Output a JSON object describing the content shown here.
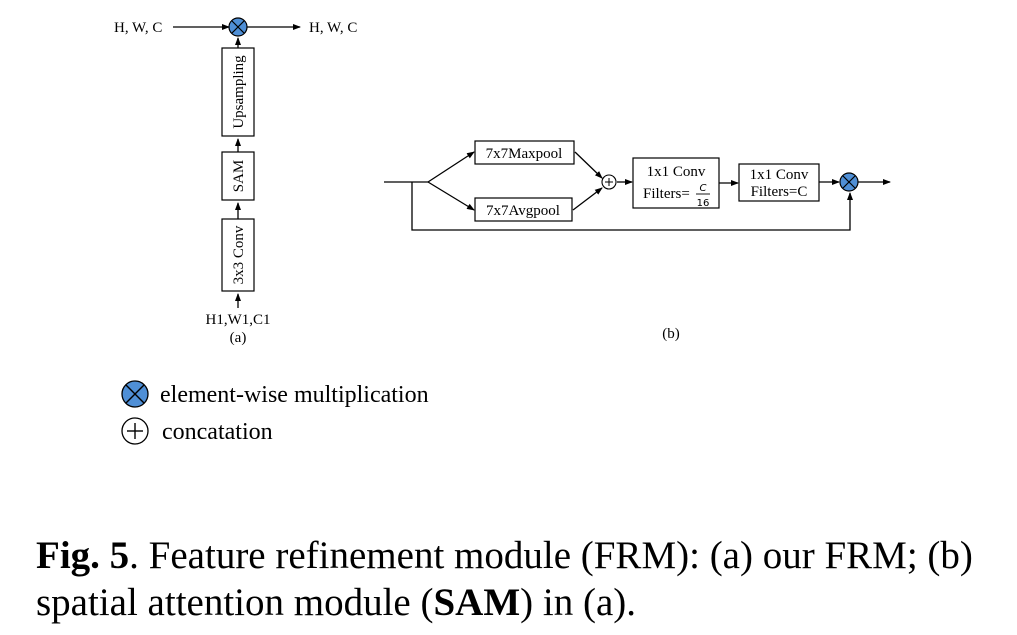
{
  "panel_a": {
    "top_input": "H, W, C",
    "top_output": "H, W, C",
    "block_upsampling": "Upsampling",
    "block_sam": "SAM",
    "block_conv": "3x3 Conv",
    "bottom_input": "H1,W1,C1",
    "sub_label": "(a)"
  },
  "panel_b": {
    "maxpool": "7x7Maxpool",
    "avgpool": "7x7Avgpool",
    "conv1_title": "1x1 Conv",
    "conv1_filters_prefix": "Filters=",
    "conv1_frac_num": "C",
    "conv1_frac_den": "16",
    "conv2_title": "1x1 Conv",
    "conv2_filters": "Filters=C",
    "sub_label": "(b)"
  },
  "legend": {
    "multiply": "element-wise multiplication",
    "concat": "concatation"
  },
  "caption": {
    "fig_label": "Fig. 5",
    "text_1": ". Feature refinement module (FRM): (a) our FRM; (b) spatial attention module (",
    "sam_bold": "SAM",
    "text_2": ") in (a)."
  },
  "colors": {
    "multiply_fill": "#4f8fd6",
    "line": "#000000"
  }
}
